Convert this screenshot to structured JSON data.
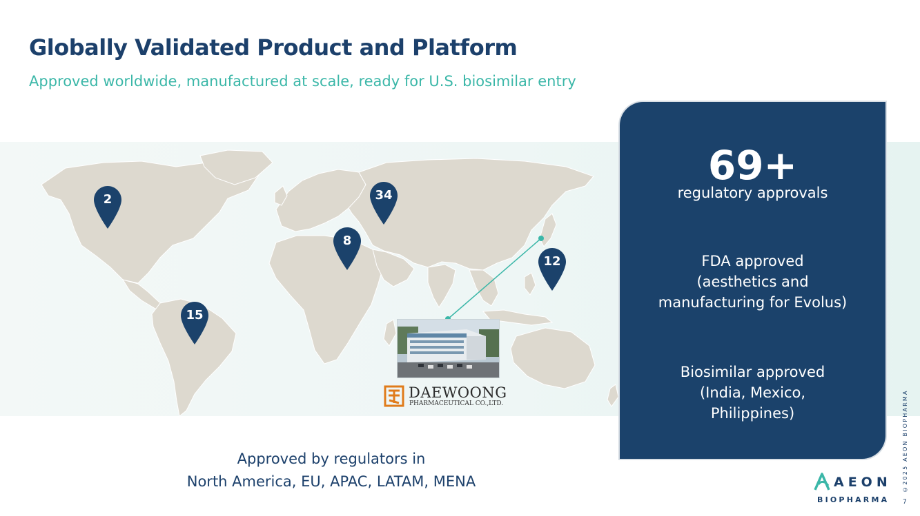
{
  "header": {
    "title": "Globally Validated Product and Platform",
    "subtitle": "Approved worldwide, manufactured at scale, ready for U.S. biosimilar entry"
  },
  "map": {
    "pins": [
      {
        "label": "2",
        "region": "North America"
      },
      {
        "label": "34",
        "region": "Europe"
      },
      {
        "label": "8",
        "region": "Middle East"
      },
      {
        "label": "12",
        "region": "Asia Pacific"
      },
      {
        "label": "15",
        "region": "Latin America"
      }
    ],
    "regulators_line1": "Approved by regulators in",
    "regulators_line2": "North America, EU, APAC, LATAM, MENA",
    "company_logo_main": "DAEWOONG",
    "company_logo_sub": "PHARMACEUTICAL CO.,LTD."
  },
  "stats": {
    "big_number": "69+",
    "big_caption": "regulatory approvals",
    "fda": [
      "FDA approved",
      "(aesthetics and",
      "manufacturing for Evolus)"
    ],
    "biosimilar": [
      "Biosimilar approved",
      "(India, Mexico,",
      "Philippines)"
    ]
  },
  "footer": {
    "brand_main": "AEON",
    "brand_sub": "BIOPHARMA",
    "copyright": "©2025 AEON BIOPHARMA",
    "page_number": "7"
  },
  "colors": {
    "navy": "#1b426b",
    "teal": "#3bb7a8",
    "land": "#ddd9cf"
  }
}
